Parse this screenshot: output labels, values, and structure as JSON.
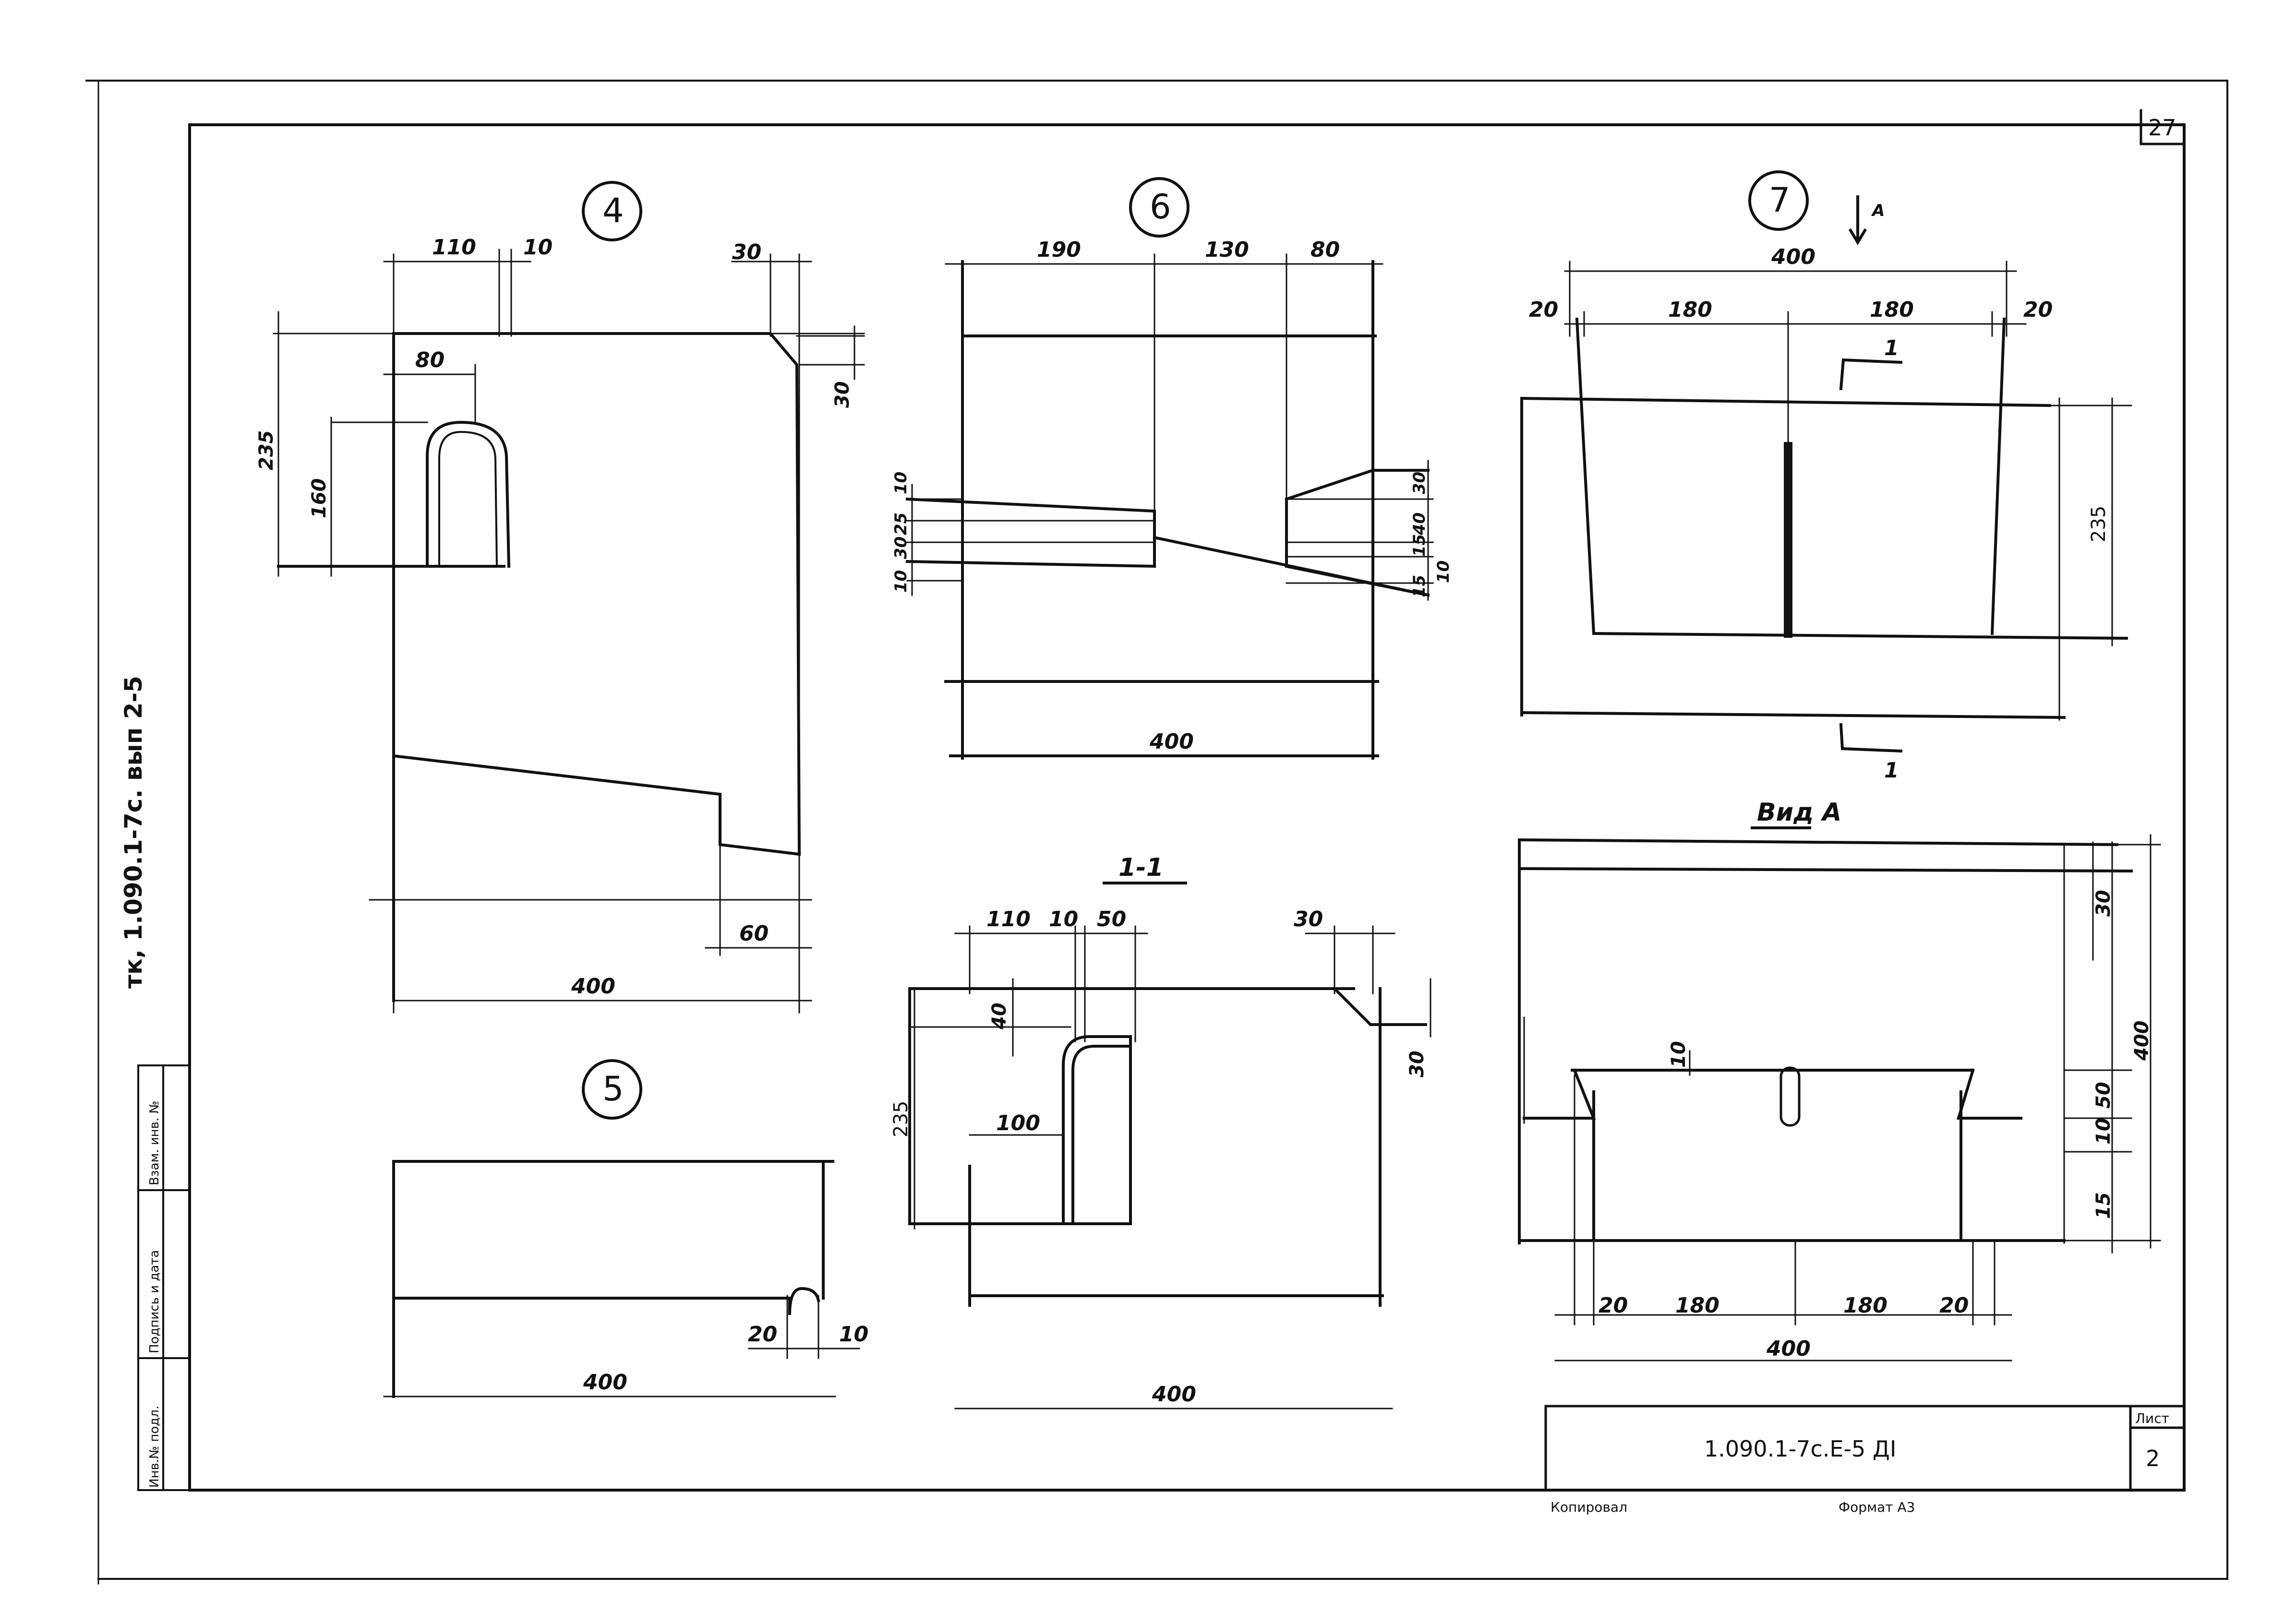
{
  "sheet": {
    "page_number": "27",
    "side_label": "тк,  1.090.1-7с. вып 2-5",
    "footer_left": "Копировал",
    "footer_right": "Формат А3"
  },
  "title_block": {
    "code": "1.090.1-7с.Е-5 ДI",
    "sheet_label": "Лист",
    "sheet_number": "2"
  },
  "side_strip": {
    "inv_no": "Инв.№ подл.",
    "signature_date": "Подпись и дата",
    "replacement_inv": "Взам. инв. №"
  },
  "detail_4": {
    "mark": "4",
    "dims": {
      "d110": "110",
      "d10": "10",
      "d30_top": "30",
      "d80": "80",
      "d30_right": "30",
      "d235": "235",
      "d160": "160",
      "d400": "400",
      "d60": "60"
    }
  },
  "detail_5": {
    "mark": "5",
    "dims": {
      "d400": "400",
      "d20": "20",
      "d10": "10"
    }
  },
  "detail_6": {
    "mark": "6",
    "dims": {
      "d190": "190",
      "d130": "130",
      "d80": "80",
      "d400": "400",
      "l10a": "10",
      "l25": "25",
      "l30": "30",
      "l10b": "10",
      "r30": "30",
      "r40": "40",
      "r15a": "15",
      "r15b": "15",
      "r10": "10"
    }
  },
  "detail_7": {
    "mark": "7",
    "arrow_label": "А",
    "section_mark": "1",
    "dims": {
      "d400": "400",
      "d20a": "20",
      "d180a": "180",
      "d180b": "180",
      "d20b": "20",
      "d235": "235"
    }
  },
  "section_1_1": {
    "title": "1-1",
    "dims": {
      "d110": "110",
      "d10": "10",
      "d50": "50",
      "d30_top": "30",
      "d40": "40",
      "d30_right": "30",
      "d235": "235",
      "d100": "100",
      "d400": "400"
    }
  },
  "view_a": {
    "title": "Вид А",
    "dims": {
      "d30": "30",
      "d10_top": "10",
      "d400_v": "400",
      "d50": "50",
      "d10": "10",
      "d15": "15",
      "d20a": "20",
      "d180a": "180",
      "d180b": "180",
      "d20b": "20",
      "d400": "400"
    }
  }
}
